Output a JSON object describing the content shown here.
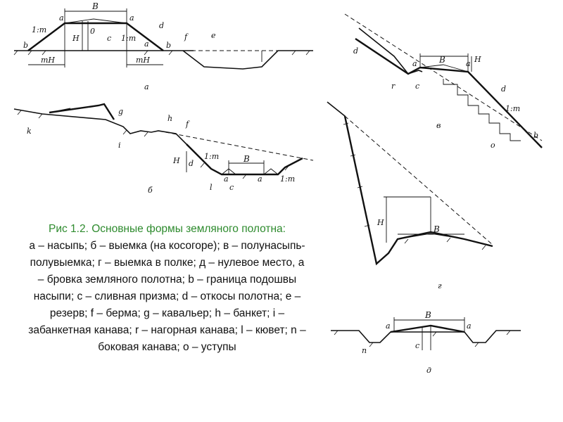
{
  "labels": {
    "a": "a",
    "b": "b",
    "c": "c",
    "d": "d",
    "e": "e",
    "f": "f",
    "g": "g",
    "h": "h",
    "i": "i",
    "k": "k",
    "l": "l",
    "n": "n",
    "o": "o",
    "r": "r",
    "B": "B",
    "H": "H",
    "zero": "0",
    "slope": "1:m",
    "mH": "mH"
  },
  "panel_labels": {
    "a": "а",
    "b": "б",
    "v": "в",
    "g": "г",
    "d": "д"
  },
  "caption": {
    "title": "Рис 1.2. Основные формы земляного полотна:",
    "body": "а – насыпь; б – выемка (на косогоре); в – полунасыпь-полувыемка; г – выемка в полке; д – нулевое место, а – бровка земляного полотна; b – граница подошвы насыпи; с – сливная призма; d – откосы полотна; е – резерв; f – берма; g – кавальер; h – банкет; i – забанкетная канава; r – нагорная канава; l – кювет; n – боковая канава; о – уступы"
  }
}
